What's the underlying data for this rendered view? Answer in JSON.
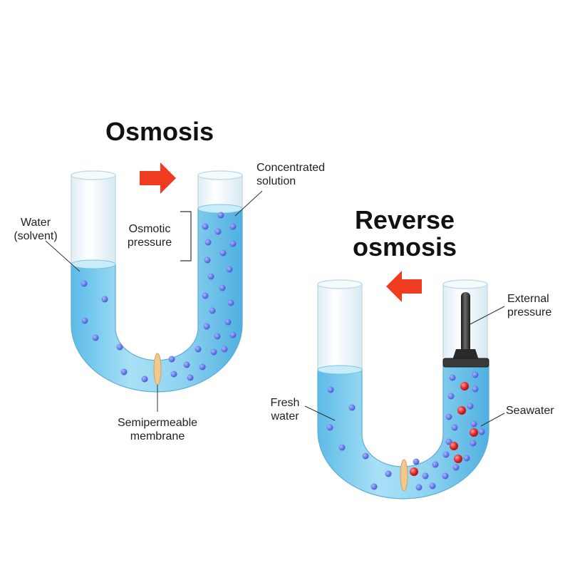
{
  "osmosis": {
    "title": "Osmosis",
    "labels": {
      "water_line1": "Water",
      "water_line2": "(solvent)",
      "concentrated_line1": "Concentrated",
      "concentrated_line2": "solution",
      "osmotic_line1": "Osmotic",
      "osmotic_line2": "pressure",
      "membrane_line1": "Semipermeable",
      "membrane_line2": "membrane"
    }
  },
  "reverse_osmosis": {
    "title_line1": "Reverse",
    "title_line2": "osmosis",
    "labels": {
      "external_line1": "External",
      "external_line2": "pressure",
      "fresh_line1": "Fresh",
      "fresh_line2": "water",
      "seawater": "Seawater"
    }
  },
  "colors": {
    "water": "#8fd3f0",
    "water_dark": "#4fb3e3",
    "tube_glass": "#eef7fb",
    "molecule": "#5b6ee6",
    "salt": "#e53935",
    "arrow": "#ef3b1f",
    "membrane": "#f2c98a",
    "piston": "#333333"
  },
  "icons": {
    "direction_arrow": "arrow-right-icon",
    "reverse_arrow": "arrow-left-icon"
  }
}
